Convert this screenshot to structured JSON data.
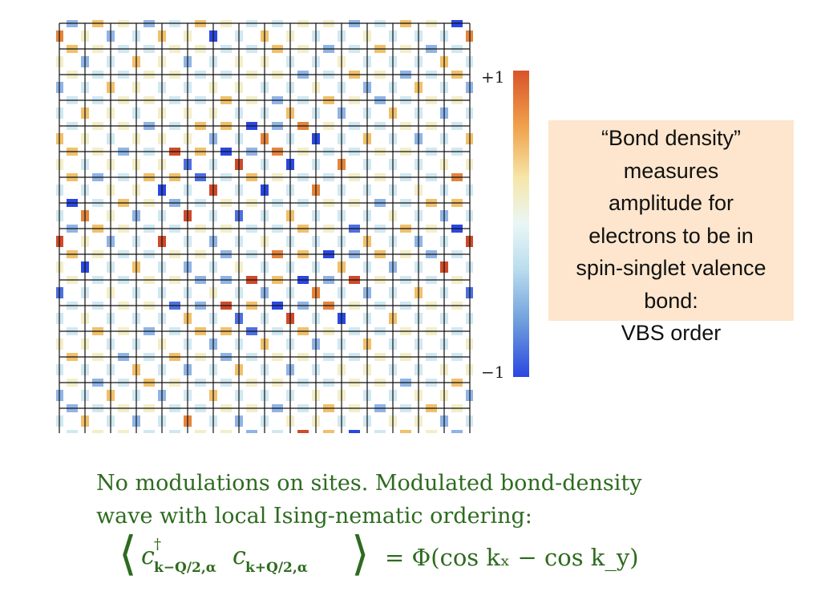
{
  "figure": {
    "colorbar": {
      "max_label": "+1",
      "min_label": "−1",
      "colors": [
        "#d9532a",
        "#f0a04a",
        "#f6e6a8",
        "#eaf6f6",
        "#b9ddee",
        "#6e9fdc",
        "#2a47e0"
      ]
    },
    "lattice": {
      "grid_color": "#111111"
    }
  },
  "note": {
    "background": "#fde6cd",
    "lines": [
      "“Bond density”",
      "measures",
      "amplitude for",
      "electrons to be in",
      "spin-singlet valence",
      "bond:",
      "VBS order"
    ]
  },
  "caption": {
    "line1": "No modulations on sites.  Modulated bond-density",
    "line2": "wave with local Ising-nematic ordering:",
    "color": "#2e6b1f"
  },
  "formula": {
    "open_bracket": "⟨",
    "close_bracket": "⟩",
    "c1": "c",
    "c1_sup": "†",
    "c1_sub": "k−Q/2,α",
    "c2": "c",
    "c2_sub": "k+Q/2,α",
    "rhs": "= Φ(cos kₓ − cos k_y)"
  }
}
